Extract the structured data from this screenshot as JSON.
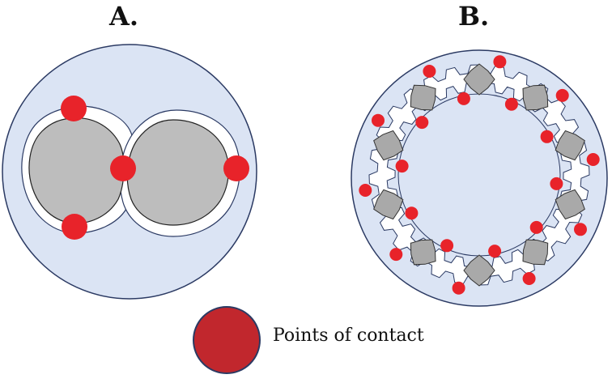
{
  "panels": {
    "a": {
      "label": "A."
    },
    "b": {
      "label": "B."
    }
  },
  "legend": {
    "text": "Points of contact"
  },
  "colors": {
    "medium": "#dbe4f4",
    "outline": "#2b3a63",
    "cell": "#bdbdbd",
    "cell_b": "#a9a9a9",
    "contact": "#e8232a",
    "contact_legend": "#c1272d",
    "gap": "#ffffff"
  },
  "icons": {
    "contact_point": "red-circle",
    "cell": "gray-blob"
  }
}
